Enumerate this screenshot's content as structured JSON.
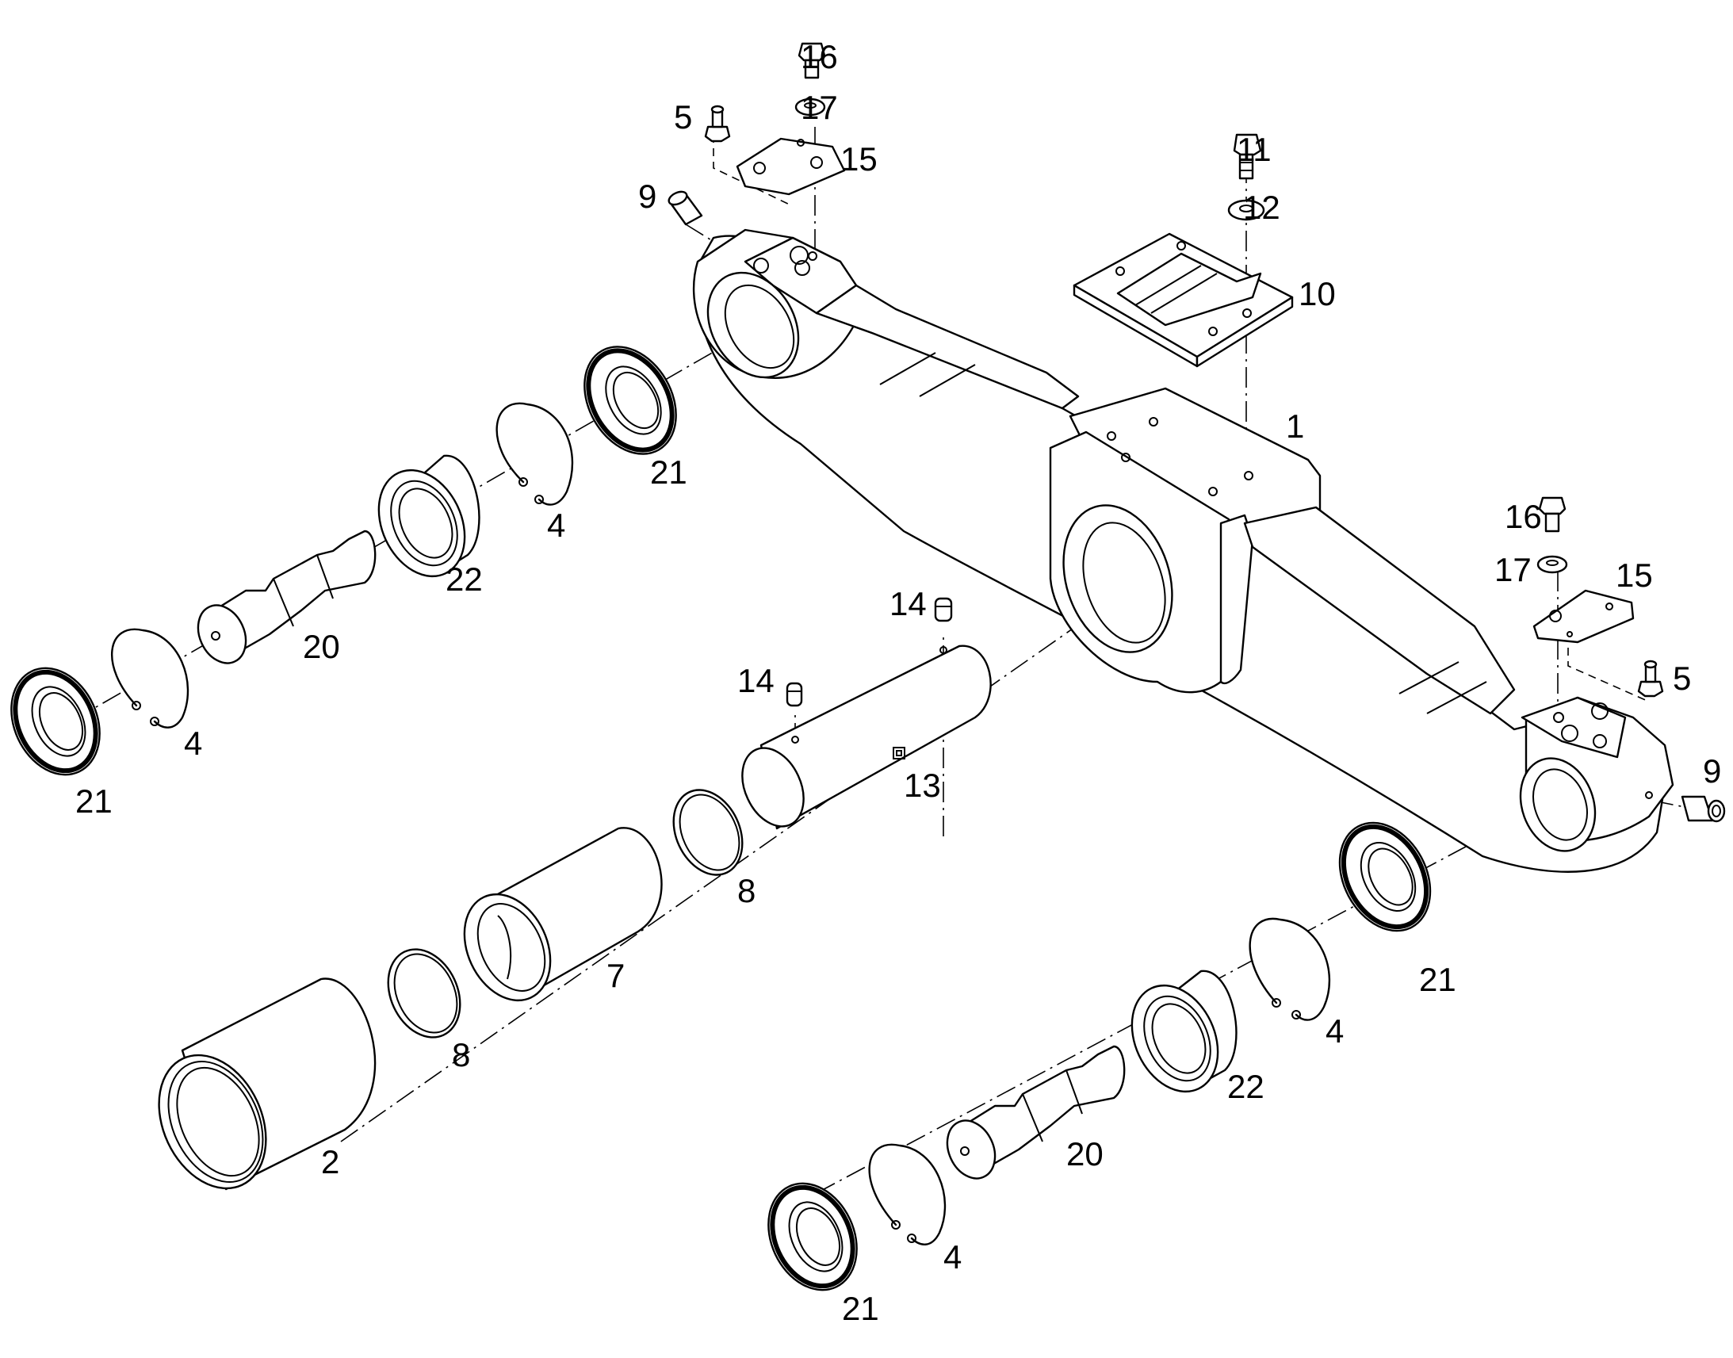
{
  "diagram": {
    "type": "exploded-parts-drawing",
    "callouts": {
      "c1": "1",
      "c2": "2",
      "c4": "4",
      "c5": "5",
      "c7": "7",
      "c8": "8",
      "c9": "9",
      "c10": "10",
      "c11": "11",
      "c12": "12",
      "c13": "13",
      "c14": "14",
      "c15": "15",
      "c16": "16",
      "c17": "17",
      "c20": "20",
      "c21": "21",
      "c22": "22"
    }
  }
}
